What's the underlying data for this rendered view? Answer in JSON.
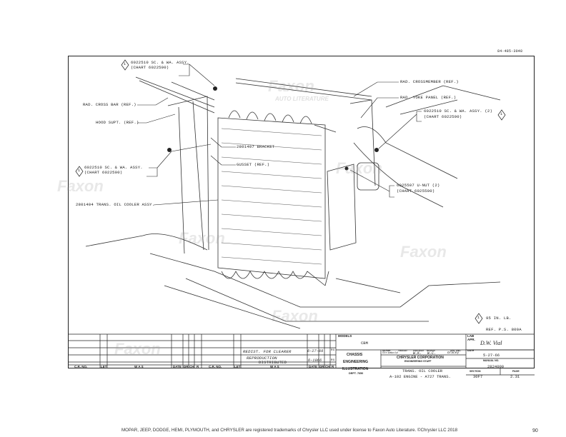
{
  "doc_number": "84-485-3048",
  "callouts": {
    "top_left_asm": {
      "line1": "6022510 SC. & WA. ASSY.",
      "line2": "(CHART 6022500)",
      "badge": "1"
    },
    "rad_cross_bar": "RAD. CROSS BAR (REF.)",
    "hood_supt": "HOOD SUPT. (REF.)",
    "left_asm": {
      "line1": "6022510 SC. & WA. ASSY.",
      "line2": "(CHART 6022500)",
      "badge": "1"
    },
    "oil_cooler": "2801404 TRANS. OIL COOLER ASSY.",
    "bracket": "2801407 BRACKET",
    "gusset": "GUSSET (REF.)",
    "rad_crossmember": "RAD. CROSSMEMBER (REF.)",
    "rad_yoke": "RAD. YOKE PANEL (REF.)",
    "right_asm": {
      "line1": "6022510 SC. & WA. ASSY. (2)",
      "line2": "(CHART 6022500)",
      "badge": "1"
    },
    "unut": {
      "line1": "6025507 U-NUT (2)",
      "line2": "(CHART 6025500)"
    },
    "torque": {
      "badge": "1",
      "text": "95 IN. LB."
    },
    "ref_ps": "REF. P.S. 809A"
  },
  "title_block": {
    "models_label": "MODELS",
    "models": "CBM",
    "lab_apr_label": "LAB APR.",
    "lab_apr": "D.W. Vial",
    "dept1": "CHASSIS",
    "dept2": "ENGINEERING",
    "dept3": "ILLUSTRATION",
    "dept_no": "DEPT. 7650",
    "drawn_label": "DRAWN",
    "drawn": "Strimbold",
    "traced_label": "TRACED",
    "checked_label": "CHECKED",
    "checked": "W.K.",
    "design_label": "DESIGN",
    "design": "W.C.",
    "apr_label": "APR. ENG.",
    "apr": "Gracey",
    "date_label": "DATE",
    "date": "5-27-66",
    "company": "CHRYSLER CORPORATION",
    "staff": "ENGINEERING STAFF",
    "manual_label": "MANUAL NO.",
    "manual": "2824000",
    "title1": "TRANS. OIL COOLER",
    "title2": "A-102 ENGINE - A727 TRANS.",
    "section_label": "SECTION",
    "section": "30F7",
    "page_label": "PAGE",
    "page": "2.31"
  },
  "revisions": {
    "headers": [
      "C.R. NO.",
      "LET",
      "W A S",
      "DATE",
      "DR",
      "CH",
      "R"
    ],
    "entries": [
      {
        "text": "REDIST. FOR CLEARER",
        "date": "6-27-66",
        "init": "RG"
      },
      {
        "text": "REPRODUCTION",
        "date": "",
        "init": ""
      },
      {
        "text": "DISTRIBUTED",
        "date": "6-1966",
        "init": "RG"
      }
    ]
  },
  "watermark": {
    "brand": "Faxon",
    "sub": "AUTO LITERATURE"
  },
  "footer": {
    "text": "MOPAR, JEEP, DODGE, HEMI, PLYMOUTH, and CHRYSLER are registered trademarks of Chrysler LLC used under license to Faxon Auto Literature. ©Chrysler LLC 2018",
    "page_num": "90"
  }
}
